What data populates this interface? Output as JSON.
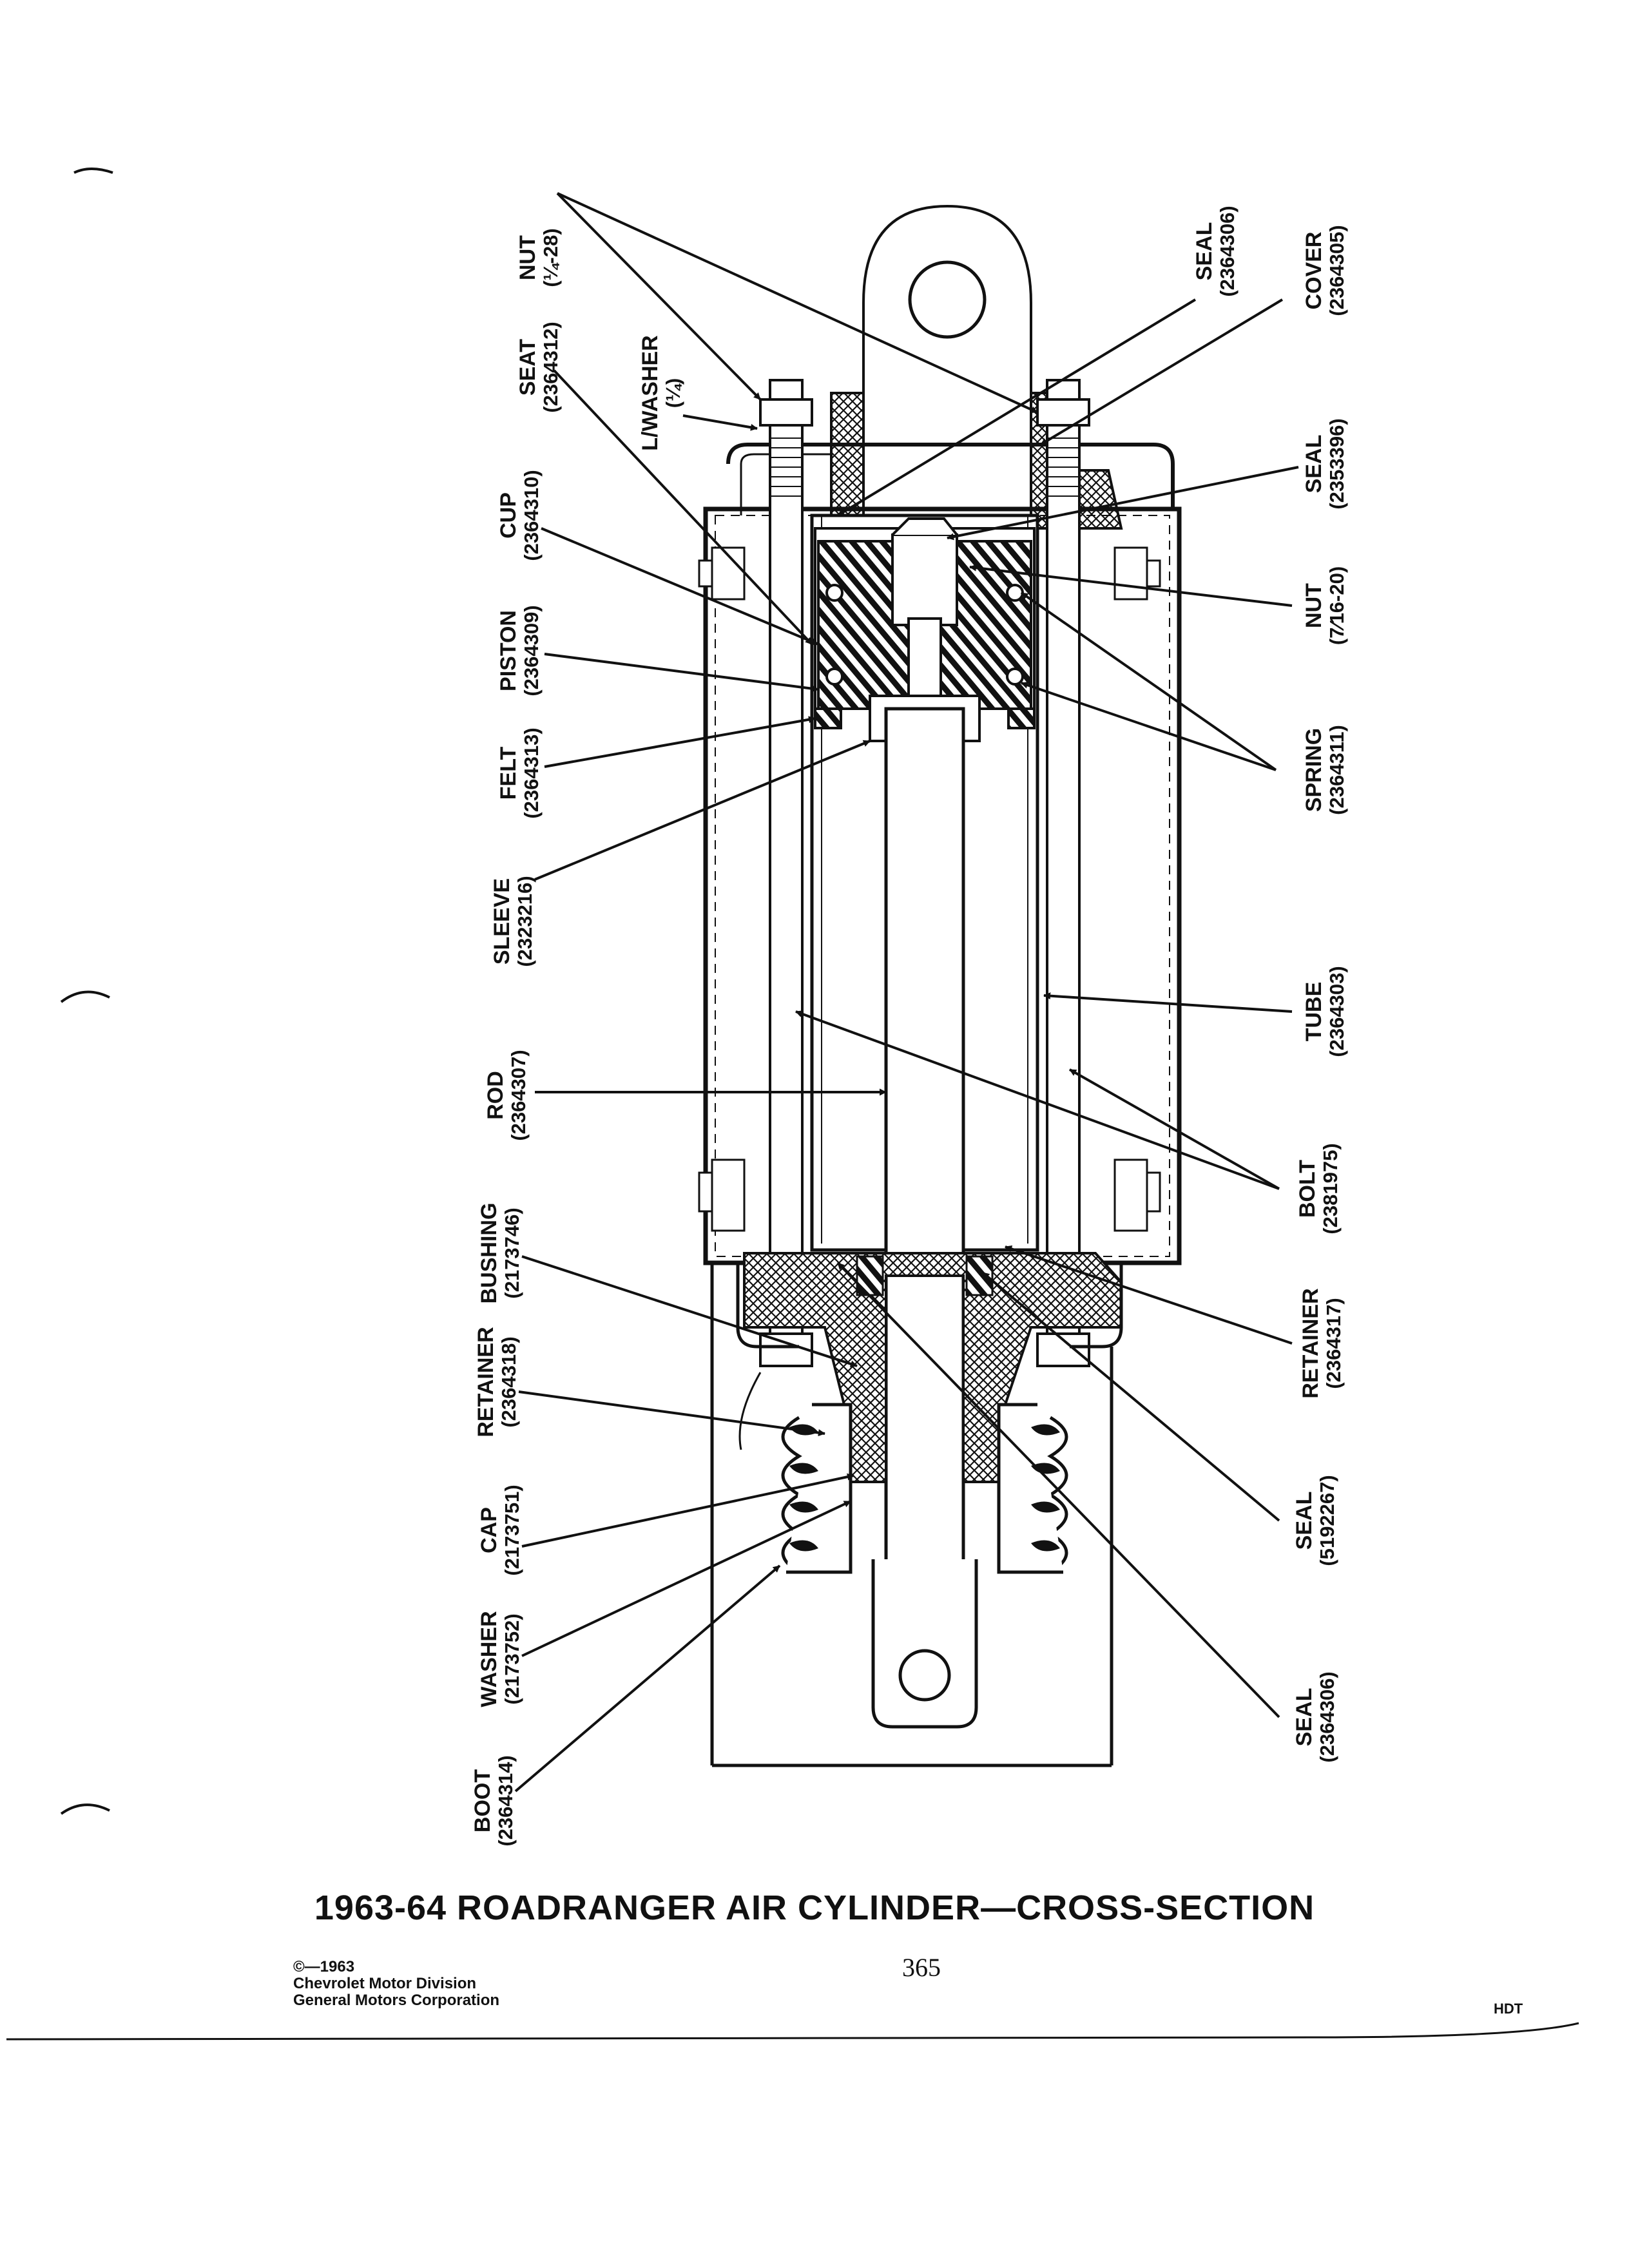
{
  "diagram": {
    "caption": "1963-64 ROADRANGER AIR CYLINDER—CROSS-SECTION",
    "labels": [
      {
        "name": "NUT",
        "part": "(¼-28)"
      },
      {
        "name": "SEAT",
        "part": "(2364312)"
      },
      {
        "name": "L/WASHER",
        "part": "(¼)"
      },
      {
        "name": "CUP",
        "part": "(2364310)"
      },
      {
        "name": "PISTON",
        "part": "(2364309)"
      },
      {
        "name": "FELT",
        "part": "(2364313)"
      },
      {
        "name": "SLEEVE",
        "part": "(2323216)"
      },
      {
        "name": "ROD",
        "part": "(2364307)"
      },
      {
        "name": "BUSHING",
        "part": "(2173746)"
      },
      {
        "name": "RETAINER",
        "part": "(2364318)"
      },
      {
        "name": "CAP",
        "part": "(2173751)"
      },
      {
        "name": "WASHER",
        "part": "(2173752)"
      },
      {
        "name": "BOOT",
        "part": "(2364314)"
      },
      {
        "name": "SEAL",
        "part": "(2364306)"
      },
      {
        "name": "COVER",
        "part": "(2364305)"
      },
      {
        "name": "SEAL",
        "part": "(2353396)"
      },
      {
        "name": "NUT",
        "part": "(7⁄16-20)"
      },
      {
        "name": "SPRING",
        "part": "(2364311)"
      },
      {
        "name": "TUBE",
        "part": "(2364303)"
      },
      {
        "name": "BOLT",
        "part": "(2381975)"
      },
      {
        "name": "RETAINER",
        "part": "(2364317)"
      },
      {
        "name": "SEAL",
        "part": "(5192267)"
      },
      {
        "name": "SEAL",
        "part": "(2364306)"
      }
    ]
  },
  "footer": {
    "page_number": "365",
    "copyright": [
      "©—1963",
      "Chevrolet Motor Division",
      "General Motors Corporation"
    ],
    "code": "HDT"
  }
}
